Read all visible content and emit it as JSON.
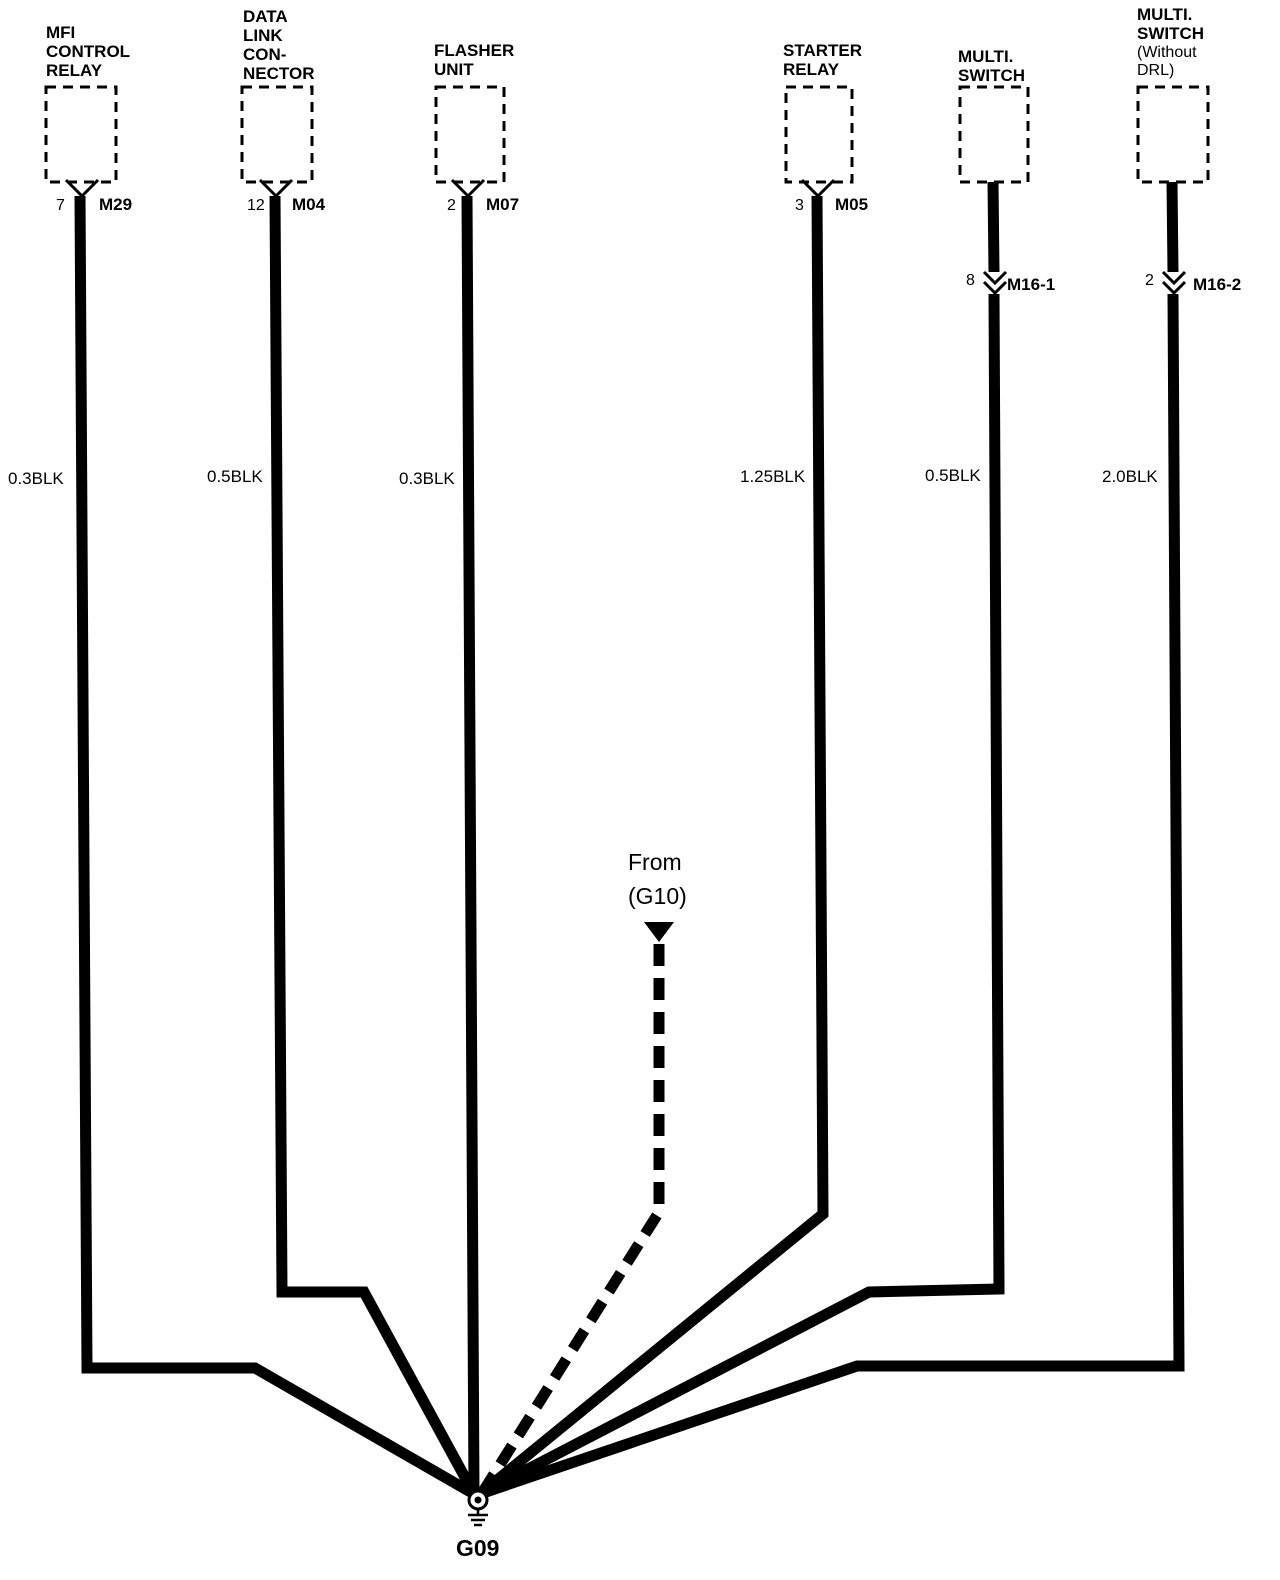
{
  "components": [
    {
      "id": "mfi",
      "title_lines": [
        "MFI",
        "CONTROL",
        "RELAY"
      ],
      "pin": "7",
      "connector": "M29",
      "wire": "0.3BLK",
      "connector_type": "single"
    },
    {
      "id": "dlc",
      "title_lines": [
        "DATA",
        "LINK",
        "CON-",
        "NECTOR"
      ],
      "pin": "12",
      "connector": "M04",
      "wire": "0.5BLK",
      "connector_type": "single"
    },
    {
      "id": "flasher",
      "title_lines": [
        "FLASHER",
        "UNIT"
      ],
      "pin": "2",
      "connector": "M07",
      "wire": "0.3BLK",
      "connector_type": "single"
    },
    {
      "id": "starter",
      "title_lines": [
        "STARTER",
        "RELAY"
      ],
      "pin": "3",
      "connector": "M05",
      "wire": "1.25BLK",
      "connector_type": "single"
    },
    {
      "id": "multi1",
      "title_lines": [
        "MULTI.",
        "SWITCH"
      ],
      "pin": "8",
      "connector": "M16-1",
      "wire": "0.5BLK",
      "connector_type": "double"
    },
    {
      "id": "multi2",
      "title_lines": [
        "MULTI.",
        "SWITCH"
      ],
      "subtitle_lines": [
        "(Without",
        "DRL)"
      ],
      "pin": "2",
      "connector": "M16-2",
      "wire": "2.0BLK",
      "connector_type": "double"
    }
  ],
  "from": {
    "line1": "From",
    "line2": "(G10)"
  },
  "ground": {
    "label": "G09"
  }
}
